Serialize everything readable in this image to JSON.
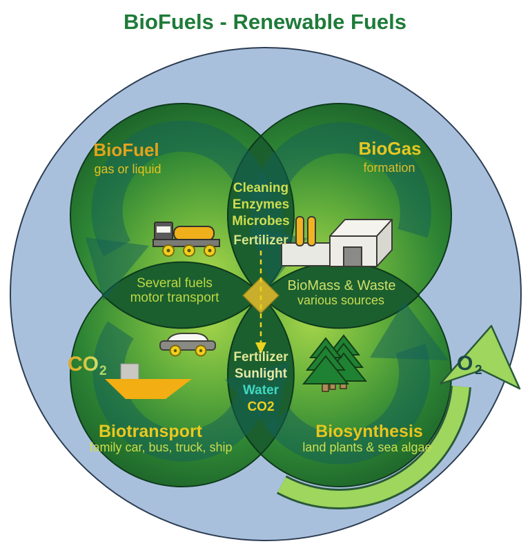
{
  "title": "BioFuels - Renewable Fuels",
  "colors": {
    "background_blue": "#a9c0dd",
    "circle_dark_green": "#114e24",
    "circle_light_green": "#a4d44a",
    "heading_gold": "#e2a41c",
    "heading_yellow": "#e8c71f",
    "caption_yellow_green": "#c8db4c",
    "pale_yellow": "#e2e795",
    "water_cyan": "#3fd8c3",
    "co2_yellow": "#eecf1d",
    "o2_arrow_green": "#9ed65e",
    "title_green": "#1e7b39"
  },
  "sections": {
    "biofuel": {
      "heading": "BioFuel",
      "subheading": "gas or liquid",
      "caption1": "Several fuels",
      "caption2": "motor transport"
    },
    "biogas": {
      "heading": "BioGas",
      "subheading": "formation",
      "caption1": "BioMass & Waste",
      "caption2": "various sources"
    },
    "biotransport": {
      "heading": "Biotransport",
      "subheading": "family car, bus, truck, ship",
      "gas_main": "CO",
      "gas_sub": "2"
    },
    "biosynthesis": {
      "heading": "Biosynthesis",
      "subheading": "land  plants & sea algae",
      "gas_main": "O",
      "gas_sub": "2"
    }
  },
  "center": {
    "top_inputs": [
      "Cleaning",
      "Enzymes",
      "Microbes"
    ],
    "top_extra": "Fertilizer",
    "bottom_inputs": [
      "Fertilizer",
      "Sunlight",
      "Water",
      "CO2"
    ]
  },
  "icons": {
    "top_left": "tanker-truck-icon",
    "top_right": "biogas-plant-icon",
    "bottom_left_car": "car-icon",
    "bottom_left_ship": "ship-icon",
    "bottom_right": "pine-trees-icon",
    "center_node": "diamond-node-icon",
    "flow_arrow": "dashed-down-arrow-icon",
    "oxygen_arrow": "o2-up-arrow-icon"
  }
}
